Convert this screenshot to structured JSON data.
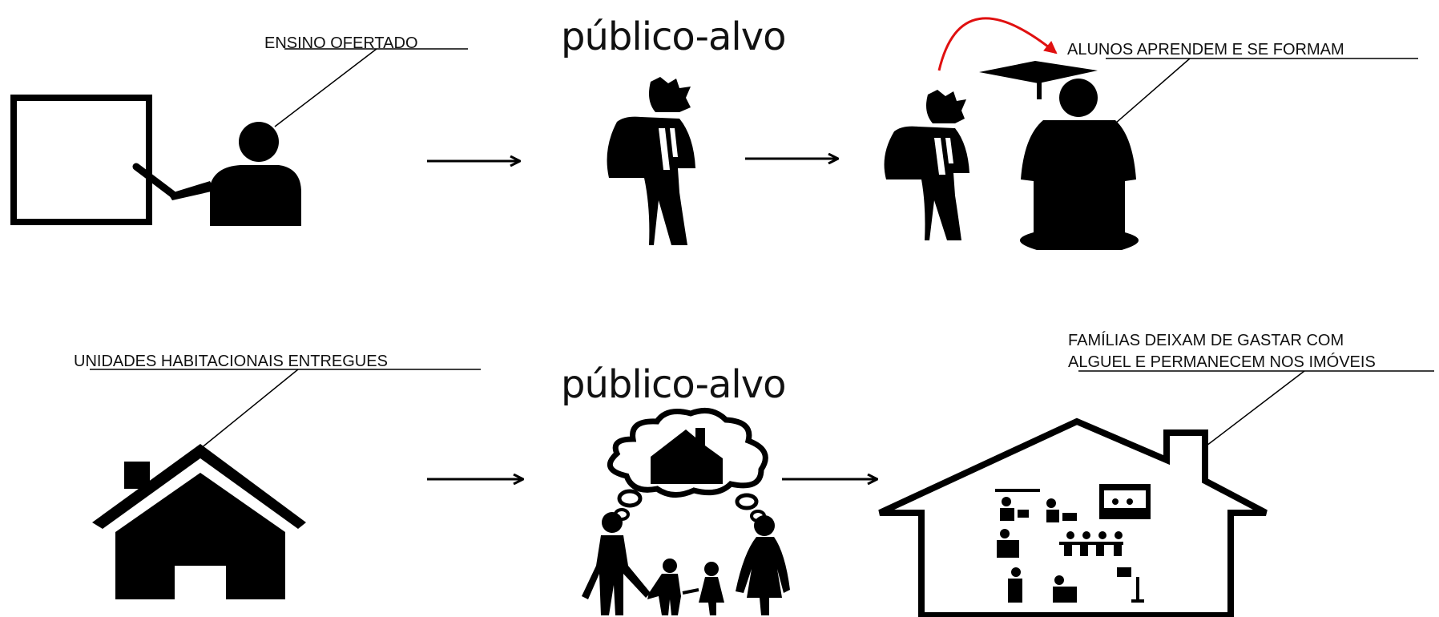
{
  "diagram": {
    "row1": {
      "callout_teaching": "ENSINO OFERTADO",
      "heading": "público-alvo",
      "callout_graduate": "ALUNOS APRENDEM E SE FORMAM"
    },
    "row2": {
      "callout_housing": "UNIDADES HABITACIONAIS ENTREGUES",
      "heading": "público-alvo",
      "callout_families_line1": "FAMÍLIAS DEIXAM DE GASTAR COM",
      "callout_families_line2": "ALGUEL E PERMANECEM NOS IMÓVEIS"
    },
    "colors": {
      "ink": "#000000",
      "accent_arrow": "#e01010"
    },
    "icons": [
      "teacher-board-icon",
      "student-backpack-icon",
      "graduate-icon",
      "house-icon",
      "family-dream-house-icon",
      "house-family-activities-icon"
    ]
  }
}
